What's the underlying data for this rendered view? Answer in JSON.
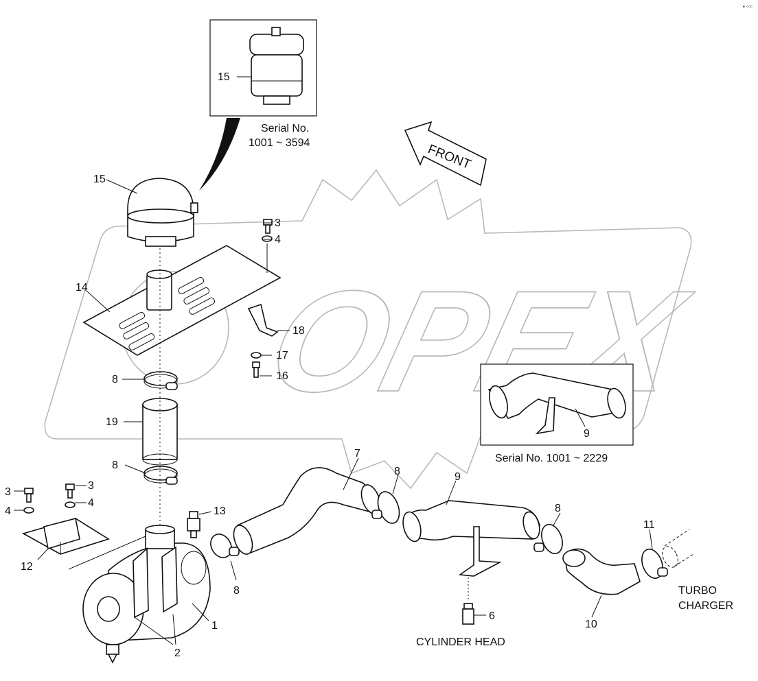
{
  "inset_top": {
    "callout": "15",
    "serial_line1": "Serial No.",
    "serial_line2": "1001 ~ 3594"
  },
  "inset_right": {
    "callout": "9",
    "serial": "Serial No. 1001 ~ 2229"
  },
  "front_arrow": {
    "label": "FRONT"
  },
  "watermark": {
    "text": "OPEX"
  },
  "captions": {
    "cylinder_head": "CYLINDER HEAD",
    "turbo_line1": "TURBO",
    "turbo_line2": "CHARGER"
  },
  "callouts": {
    "c15_main": "15",
    "c14": "14",
    "c3_top": "3",
    "c4_top": "4",
    "c18": "18",
    "c17": "17",
    "c16": "16",
    "c8_upper": "8",
    "c19": "19",
    "c8_lower": "8",
    "c3_left": "3",
    "c4_left": "4",
    "c3_mid": "3",
    "c4_mid": "4",
    "c12": "12",
    "c13": "13",
    "c8_body": "8",
    "c1": "1",
    "c2": "2",
    "c7": "7",
    "c8_pipe": "8",
    "c9": "9",
    "c8_right": "8",
    "c6": "6",
    "c10": "10",
    "c11": "11"
  }
}
